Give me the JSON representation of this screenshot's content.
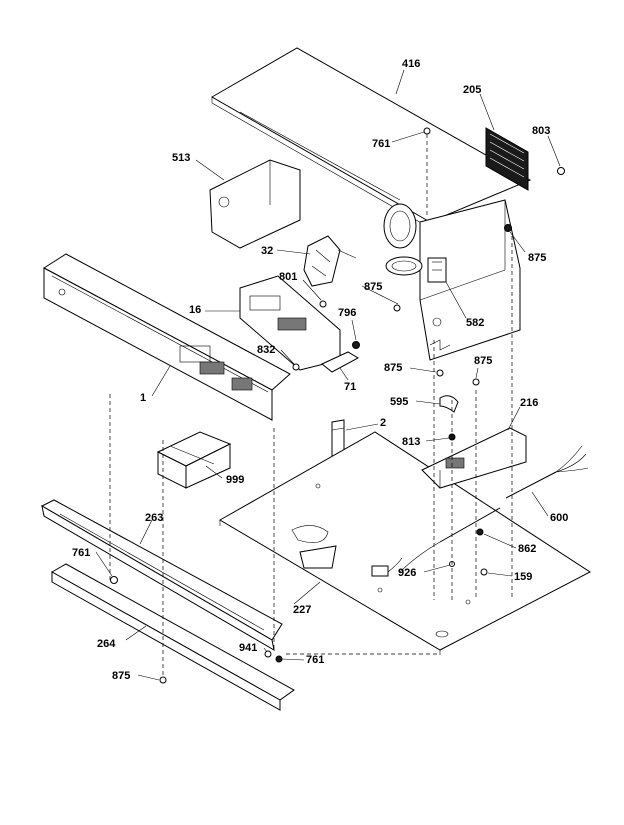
{
  "callouts": {
    "c416": "416",
    "c205": "205",
    "c803": "803",
    "c761_top": "761",
    "c513": "513",
    "c32": "32",
    "c875_right": "875",
    "c801": "801",
    "c875_mid": "875",
    "c16": "16",
    "c796": "796",
    "c582": "582",
    "c832": "832",
    "c71": "71",
    "c875_bl": "875",
    "c875_br": "875",
    "c1": "1",
    "c595": "595",
    "c216": "216",
    "c2": "2",
    "c813": "813",
    "c999": "999",
    "c263": "263",
    "c600": "600",
    "c862": "862",
    "c761_left": "761",
    "c926": "926",
    "c159": "159",
    "c227": "227",
    "c264": "264",
    "c941": "941",
    "c761_bottom": "761",
    "c875_bottom": "875"
  }
}
